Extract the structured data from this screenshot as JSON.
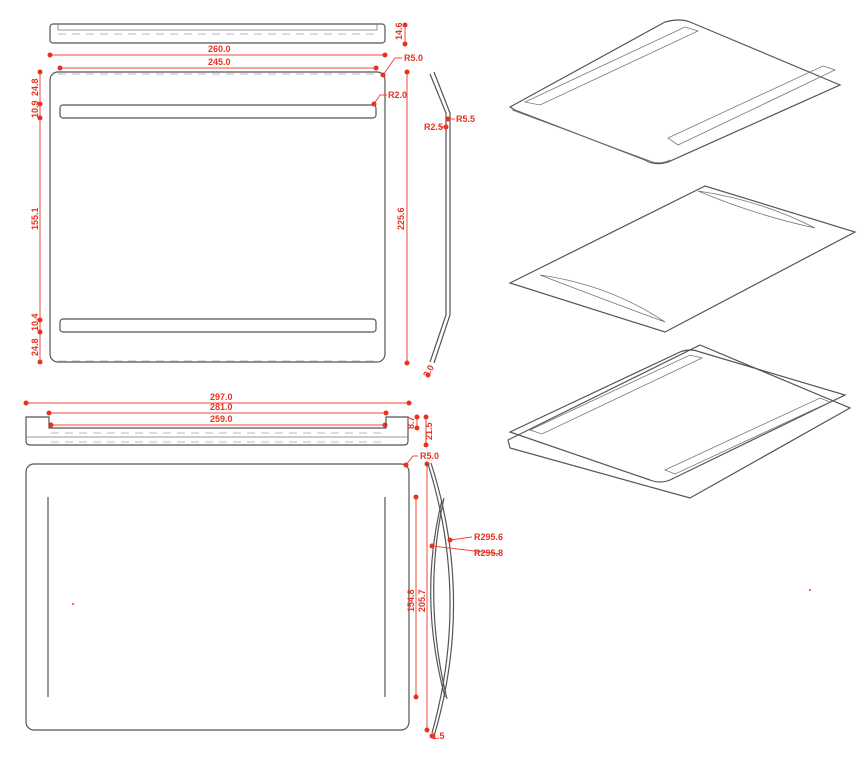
{
  "colors": {
    "dimension": "#e8321f",
    "outline": "#555555"
  },
  "view_top_plate": {
    "thickness": "14.6",
    "overall_width": "260.0",
    "inner_width": "245.0",
    "corner_radius": "R5.0",
    "slot_radius": "R2.0",
    "top_margin": "24.8",
    "slot_height_top": "10.9",
    "slot_spacing": "155.1",
    "slot_height_bottom": "10.4",
    "bottom_margin": "24.8",
    "overall_height": "225.6",
    "bend_outer_radius": "R5.5",
    "bend_inner_radius": "R2.5",
    "material_thickness": "3.0"
  },
  "view_bottom_plate": {
    "overall_width": "297.0",
    "outer_width": "281.0",
    "inner_width": "259.0",
    "step_height": "8.7",
    "overall_height": "21.5",
    "corner_radius": "R5.0",
    "arc_radius_outer": "R295.6",
    "arc_radius_inner": "R295.8",
    "slot_length": "154.8",
    "overall_depth": "205.7",
    "material_thickness": "1.5"
  }
}
